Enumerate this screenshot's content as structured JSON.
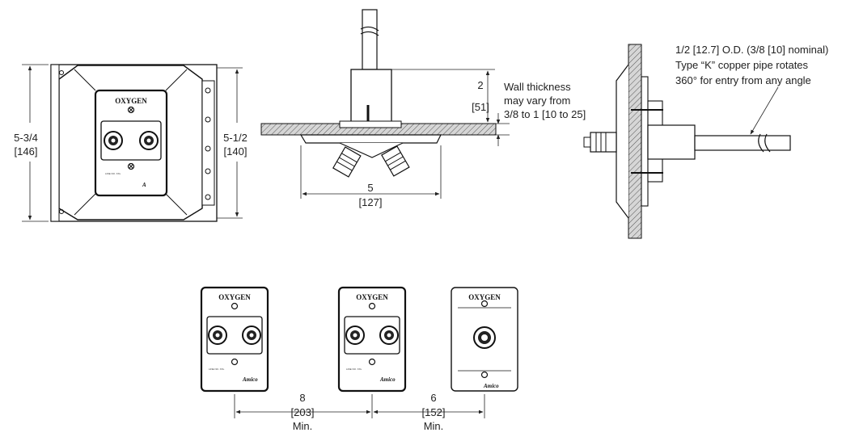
{
  "front_view": {
    "height_outer": "5-3/4",
    "height_outer_mm": "[146]",
    "height_inner": "5-1/2",
    "height_inner_mm": "[140]",
    "plate_label": "OXYGEN"
  },
  "side_section": {
    "depth": "2",
    "depth_mm": "[51]",
    "width": "5",
    "width_mm": "[127]",
    "wall_note_line1": "Wall thickness",
    "wall_note_line2": "may vary from",
    "wall_note_line3": "3/8 to 1 [10 to 25]"
  },
  "pipe_note": {
    "line1": "1/2 [12.7] O.D. (3/8 [10] nominal)",
    "line2": "Type “K” copper pipe rotates",
    "line3": "360° for entry from any angle"
  },
  "spacing": {
    "left_value": "8",
    "left_mm": "[203]",
    "left_min": "Min.",
    "right_value": "6",
    "right_mm": "[152]",
    "right_min": "Min."
  },
  "plates": [
    {
      "label": "OXYGEN",
      "brand": "Amico"
    },
    {
      "label": "OXYGEN",
      "brand": "Amico"
    },
    {
      "label": "OXYGEN",
      "brand": "Amico"
    }
  ]
}
